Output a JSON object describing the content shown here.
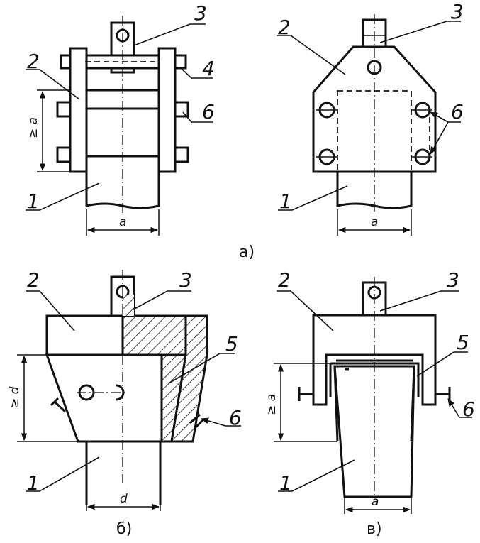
{
  "labels": {
    "n1": "1",
    "n2": "2",
    "n3": "3",
    "n4": "4",
    "n5": "5",
    "n6": "6"
  },
  "dims": {
    "a": "a",
    "d": "d",
    "ge_a": "≥ a",
    "ge_d": "≥ d"
  },
  "captions": {
    "a": "а)",
    "b": "б)",
    "v": "в)"
  }
}
